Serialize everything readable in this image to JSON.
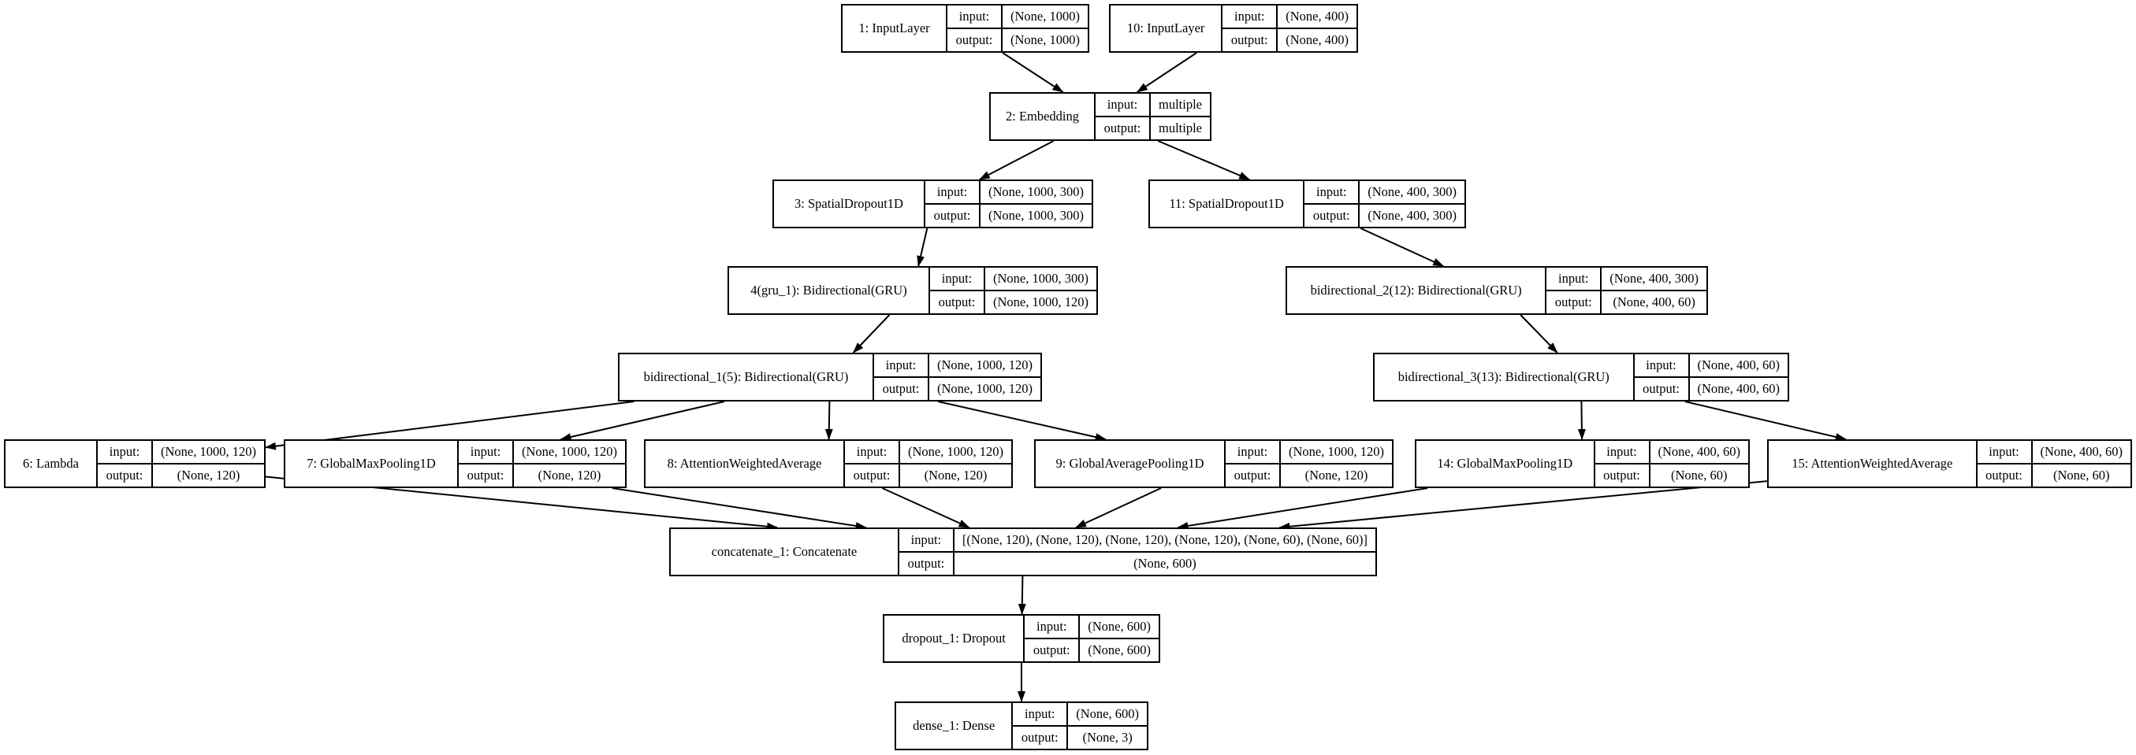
{
  "diagram": {
    "kind": "keras-model-architecture",
    "background": "#ffffff",
    "node_fill": "#ffffff",
    "line_color": "#000000",
    "row_labels": {
      "input": "input:",
      "output": "output:"
    }
  },
  "nodes": [
    {
      "id": "n1",
      "label": "1: InputLayer",
      "input": "(None, 1000)",
      "output": "(None, 1000)"
    },
    {
      "id": "n10",
      "label": "10: InputLayer",
      "input": "(None, 400)",
      "output": "(None, 400)"
    },
    {
      "id": "n2",
      "label": "2: Embedding",
      "input": "multiple",
      "output": "multiple"
    },
    {
      "id": "n3",
      "label": "3: SpatialDropout1D",
      "input": "(None, 1000, 300)",
      "output": "(None, 1000, 300)"
    },
    {
      "id": "n11",
      "label": "11: SpatialDropout1D",
      "input": "(None, 400, 300)",
      "output": "(None, 400, 300)"
    },
    {
      "id": "n4",
      "label": "4(gru_1): Bidirectional(GRU)",
      "input": "(None, 1000, 300)",
      "output": "(None, 1000, 120)"
    },
    {
      "id": "n12",
      "label": "bidirectional_2(12): Bidirectional(GRU)",
      "input": "(None, 400, 300)",
      "output": "(None, 400, 60)"
    },
    {
      "id": "n5",
      "label": "bidirectional_1(5): Bidirectional(GRU)",
      "input": "(None, 1000, 120)",
      "output": "(None, 1000, 120)"
    },
    {
      "id": "n13",
      "label": "bidirectional_3(13): Bidirectional(GRU)",
      "input": "(None, 400, 60)",
      "output": "(None, 400, 60)"
    },
    {
      "id": "n6",
      "label": "6: Lambda",
      "input": "(None, 1000, 120)",
      "output": "(None, 120)"
    },
    {
      "id": "n7",
      "label": "7: GlobalMaxPooling1D",
      "input": "(None, 1000, 120)",
      "output": "(None, 120)"
    },
    {
      "id": "n8",
      "label": "8: AttentionWeightedAverage",
      "input": "(None, 1000, 120)",
      "output": "(None, 120)"
    },
    {
      "id": "n9",
      "label": "9: GlobalAveragePooling1D",
      "input": "(None, 1000, 120)",
      "output": "(None, 120)"
    },
    {
      "id": "n14",
      "label": "14: GlobalMaxPooling1D",
      "input": "(None, 400, 60)",
      "output": "(None, 60)"
    },
    {
      "id": "n15",
      "label": "15: AttentionWeightedAverage",
      "input": "(None, 400, 60)",
      "output": "(None, 60)"
    },
    {
      "id": "nC",
      "label": "concatenate_1: Concatenate",
      "input": "[(None, 120), (None, 120), (None, 120), (None, 120), (None, 60), (None, 60)]",
      "output": "(None, 600)"
    },
    {
      "id": "nD",
      "label": "dropout_1: Dropout",
      "input": "(None, 600)",
      "output": "(None, 600)"
    },
    {
      "id": "nE",
      "label": "dense_1: Dense",
      "input": "(None, 600)",
      "output": "(None, 3)"
    }
  ],
  "edges": [
    {
      "from": "n1",
      "to": "n2"
    },
    {
      "from": "n10",
      "to": "n2"
    },
    {
      "from": "n2",
      "to": "n3"
    },
    {
      "from": "n2",
      "to": "n11"
    },
    {
      "from": "n3",
      "to": "n4"
    },
    {
      "from": "n11",
      "to": "n12"
    },
    {
      "from": "n4",
      "to": "n5"
    },
    {
      "from": "n12",
      "to": "n13"
    },
    {
      "from": "n5",
      "to": "n6"
    },
    {
      "from": "n5",
      "to": "n7"
    },
    {
      "from": "n5",
      "to": "n8"
    },
    {
      "from": "n5",
      "to": "n9"
    },
    {
      "from": "n13",
      "to": "n14"
    },
    {
      "from": "n13",
      "to": "n15"
    },
    {
      "from": "n6",
      "to": "nC"
    },
    {
      "from": "n7",
      "to": "nC"
    },
    {
      "from": "n8",
      "to": "nC"
    },
    {
      "from": "n9",
      "to": "nC"
    },
    {
      "from": "n14",
      "to": "nC"
    },
    {
      "from": "n15",
      "to": "nC"
    },
    {
      "from": "nC",
      "to": "nD"
    },
    {
      "from": "nD",
      "to": "nE"
    }
  ]
}
